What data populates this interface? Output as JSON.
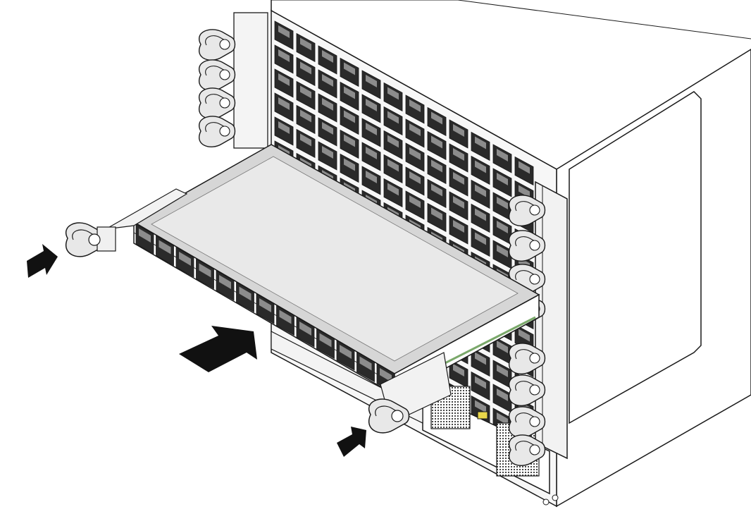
{
  "figure": {
    "subject": "line-module-insertion",
    "colors": {
      "line": "#1a1a1a",
      "chassis_face": "#ffffff",
      "tray_top": "#d6d6d6",
      "tray_highlight": "#eeeeee",
      "port_fill": "#2a2a2a",
      "port_inner": "#8c8c8c",
      "arrow": "#111111",
      "rail_accent": "#7aa86a",
      "latch_fill": "#e8e8e8",
      "label_yellow": "#e8d64a"
    },
    "icons": {
      "push_arrow_large": "arrow-right-icon",
      "push_arrow_small": "arrow-right-icon",
      "ejector_latch": "latch-handle-icon"
    },
    "chassis_port_grid": {
      "rows": 12,
      "columns": 12
    },
    "module_port_count": 13
  }
}
